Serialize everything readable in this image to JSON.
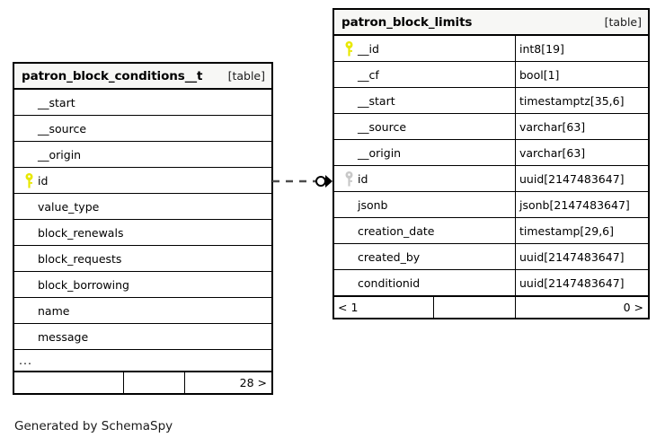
{
  "diagram": {
    "type": "entity-relationship-diagram",
    "generator_credit": "Generated by SchemaSpy",
    "background_color": "#ffffff",
    "pk_key_color": "#e8e800",
    "fk_key_color": "#c8c8c8",
    "border_color": "#000000",
    "header_background": "#f7f7f5"
  },
  "tables": {
    "left": {
      "name": "patron_block_conditions__t",
      "tag": "[table]",
      "columns": [
        {
          "name": "__start",
          "type": "",
          "key": "none"
        },
        {
          "name": "__source",
          "type": "",
          "key": "none"
        },
        {
          "name": "__origin",
          "type": "",
          "key": "none"
        },
        {
          "name": "id",
          "type": "",
          "key": "primary"
        },
        {
          "name": "value_type",
          "type": "",
          "key": "none"
        },
        {
          "name": "block_renewals",
          "type": "",
          "key": "none"
        },
        {
          "name": "block_requests",
          "type": "",
          "key": "none"
        },
        {
          "name": "block_borrowing",
          "type": "",
          "key": "none"
        },
        {
          "name": "name",
          "type": "",
          "key": "none"
        },
        {
          "name": "message",
          "type": "",
          "key": "none"
        }
      ],
      "more_indicator": "...",
      "footer": {
        "left": "",
        "middle": "",
        "right": "28 >"
      }
    },
    "right": {
      "name": "patron_block_limits",
      "tag": "[table]",
      "columns": [
        {
          "name": "__id",
          "type": "int8[19]",
          "key": "primary"
        },
        {
          "name": "__cf",
          "type": "bool[1]",
          "key": "none"
        },
        {
          "name": "__start",
          "type": "timestamptz[35,6]",
          "key": "none"
        },
        {
          "name": "__source",
          "type": "varchar[63]",
          "key": "none"
        },
        {
          "name": "__origin",
          "type": "varchar[63]",
          "key": "none"
        },
        {
          "name": "id",
          "type": "uuid[2147483647]",
          "key": "foreign"
        },
        {
          "name": "jsonb",
          "type": "jsonb[2147483647]",
          "key": "none"
        },
        {
          "name": "creation_date",
          "type": "timestamp[29,6]",
          "key": "none"
        },
        {
          "name": "created_by",
          "type": "uuid[2147483647]",
          "key": "none"
        },
        {
          "name": "conditionid",
          "type": "uuid[2147483647]",
          "key": "none"
        }
      ],
      "footer": {
        "left": "< 1",
        "middle": "",
        "right": "0 >"
      }
    }
  },
  "relationship": {
    "from_table": "patron_block_conditions__t",
    "from_column": "id",
    "to_table": "patron_block_limits",
    "to_column": "id",
    "line_style": "dashed",
    "source_marker": "zero-or-one-circle",
    "target_marker": "crows-foot-arrow"
  }
}
